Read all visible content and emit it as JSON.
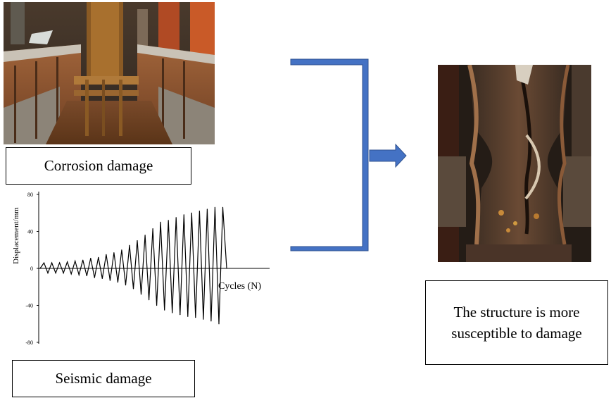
{
  "labels": {
    "corrosion": "Corrosion damage",
    "seismic": "Seismic damage",
    "result_line1": "The structure is more",
    "result_line2": "susceptible to damage"
  },
  "chart_data": {
    "type": "line",
    "title": "",
    "xlabel": "Cycles (N)",
    "ylabel": "Displacement/mm",
    "ylim": [
      -80,
      80
    ],
    "yticks": [
      80,
      40,
      0,
      -40,
      -80
    ],
    "series": [
      {
        "values": [
          0,
          6,
          -5,
          6,
          -5,
          6,
          -5,
          7,
          -6,
          8,
          -7,
          9,
          -8,
          11,
          -10,
          12,
          -11,
          15,
          -13,
          17,
          -15,
          20,
          -18,
          25,
          -22,
          30,
          -28,
          36,
          -34,
          43,
          -40,
          50,
          -45,
          52,
          -48,
          55,
          -50,
          58,
          -52,
          60,
          -53,
          62,
          -55,
          64,
          -57,
          66,
          -60,
          66,
          0
        ]
      }
    ]
  },
  "colors": {
    "bracket": "#4472C4",
    "bracket_stroke": "#2F528F",
    "box_border": "#000000"
  }
}
